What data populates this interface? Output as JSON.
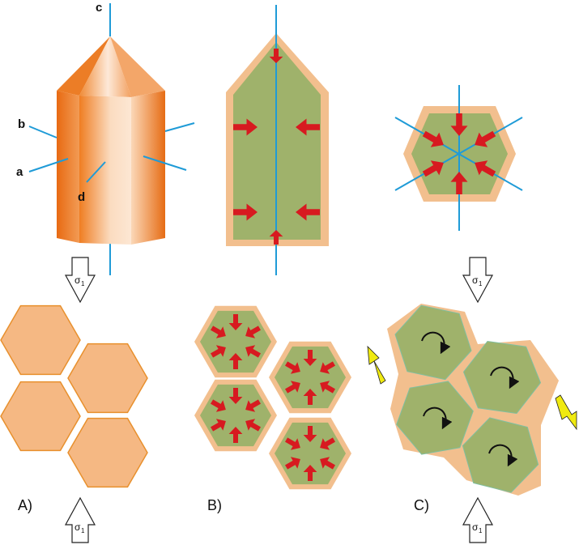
{
  "crystal": {
    "axis_labels": {
      "a": "a",
      "b": "b",
      "c": "c",
      "d": "d"
    }
  },
  "stress": {
    "symbol": "σ",
    "subscript": "1"
  },
  "panels": {
    "a": "A)",
    "b": "B)",
    "c": "C)"
  },
  "colors": {
    "crystal_orange": "#f0821f",
    "grain_fill": "#f5b883",
    "grain_edge": "#e8902d",
    "rim": "#f2bf8e",
    "core_green": "#9fb26b",
    "arrow_red": "#d71a20",
    "axis_blue": "#1f9bd7",
    "shear_yellow": "#f0ea10"
  }
}
